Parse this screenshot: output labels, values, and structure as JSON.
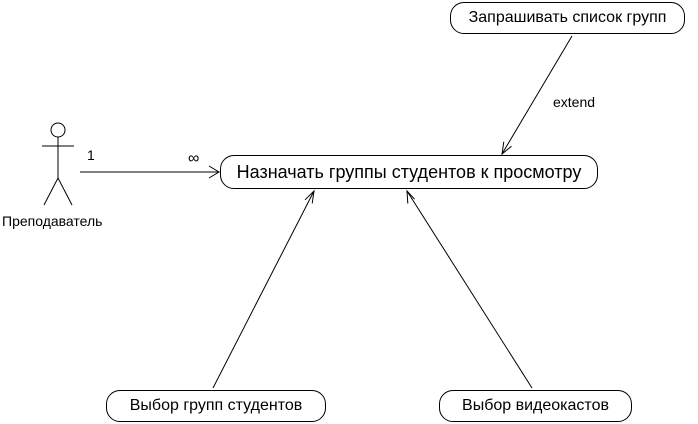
{
  "actor": {
    "label": "Преподаватель"
  },
  "use_cases": {
    "main": "Назначать группы студентов к просмотру",
    "request_groups": "Запрашивать список групп",
    "select_groups": "Выбор групп студентов",
    "select_videocasts": "Выбор видеокастов"
  },
  "association": {
    "multiplicity_actor": "1",
    "multiplicity_use_case": "∞"
  },
  "relationships": {
    "extend_label": "extend"
  },
  "colors": {
    "line": "#000000",
    "background": "#ffffff"
  }
}
